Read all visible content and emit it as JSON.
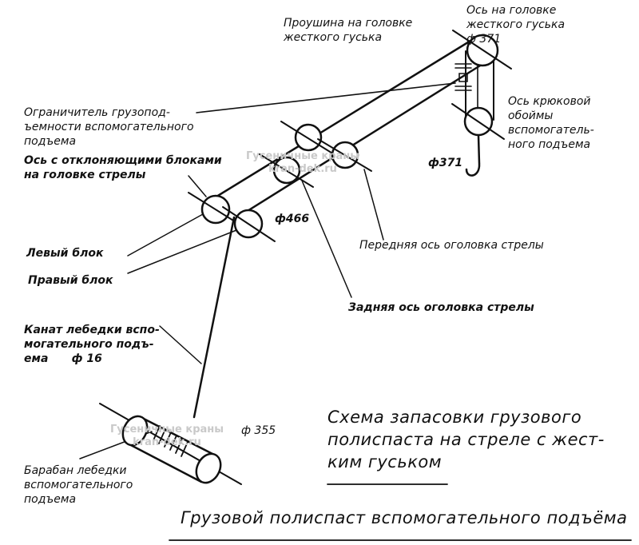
{
  "labels": {
    "eye_on_head": "Проушина на головке\nжесткого гуська",
    "axis_on_head": "Ось на головке\nжесткого гуська\nф 371",
    "hook_axis": "Ось крюковой\nобоймы\nвспомогатель-\nного подъема",
    "hook_dia": "ф371",
    "limiter": "Ограничитель грузопод-\nъемности вспомогательного\nподъема",
    "deflect_axis": "Ось с отклоняющими блоками\nна головке стрелы",
    "dia_466": "ф466",
    "front_axis": "Передняя ось оголовка стрелы",
    "rear_axis": "Задняя ось оголовка стрелы",
    "left_block": "Левый блок",
    "right_block": "Правый блок",
    "rope": "Канат лебедки вспо-\nмогательного подъ-\nема      ф 16",
    "drum_dia": "ф 355",
    "drum": "Барабан лебедки\nвспомогательного\nподъема"
  },
  "titles": {
    "scheme": "Схема запасовки грузового\nполиспаста на стреле с жест-\nким гуськом",
    "main": "Грузовой полиспаст вспомогательного подъёма"
  },
  "watermarks": {
    "top": "Гусеничные краны\nkran-dek.ru",
    "bottom": "Гусеничные краны\nkran-dek.ru"
  }
}
